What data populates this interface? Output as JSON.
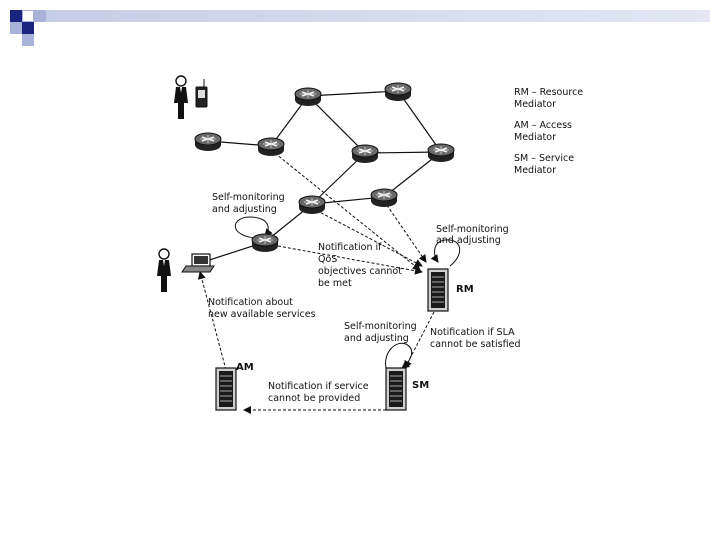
{
  "legend": {
    "rm_line1": "RM – Resource",
    "rm_line2": "Mediator",
    "am_line1": "AM – Access",
    "am_line2": "Mediator",
    "sm_line1": "SM – Service",
    "sm_line2": "Mediator"
  },
  "nodes": {
    "rm_label": "RM",
    "am_label": "AM",
    "sm_label": "SM"
  },
  "annotations": {
    "self_mon_router_1": "Self-monitoring",
    "self_mon_router_2": "and adjusting",
    "self_mon_rm_1": "Self-monitoring",
    "self_mon_rm_2": "and adjusting",
    "self_mon_sm_1": "Self-monitoring",
    "self_mon_sm_2": "and adjusting",
    "notif_qos_1": "Notification if",
    "notif_qos_2": "QoS",
    "notif_qos_3": "objectives cannot",
    "notif_qos_4": "be met",
    "notif_new_1": "Notification about",
    "notif_new_2": "new available services",
    "notif_sla_1": "Notification if SLA",
    "notif_sla_2": "cannot be satisfied",
    "notif_service_1": "Notification if service",
    "notif_service_2": "cannot be provided"
  },
  "colors": {
    "accent_dark": "#1a237e",
    "accent_light": "#a9b2d8",
    "ink": "#111111"
  }
}
